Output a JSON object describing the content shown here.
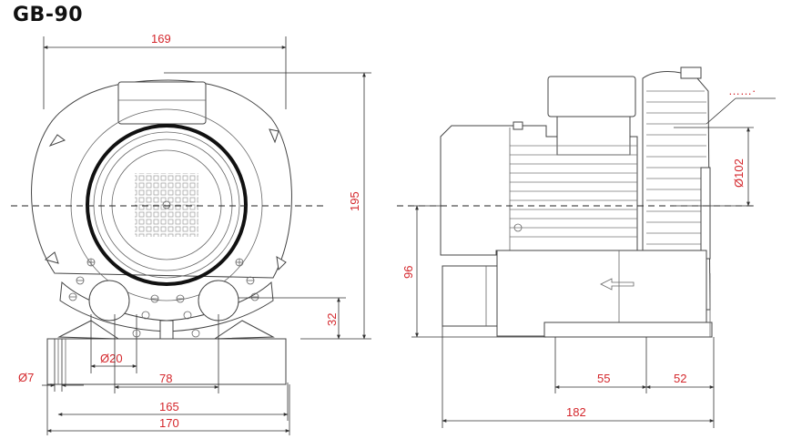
{
  "model": "GB-90",
  "dimensions": {
    "front_width_top": "169",
    "height": "195",
    "port_height": "32",
    "port_diameter": "Ø20",
    "port_spacing": "78",
    "mount_hole": "Ø7",
    "mount_spacing": "165",
    "base_width": "170",
    "outlet_diameter": "Ø102",
    "side_center_height": "96",
    "side_base_a": "55",
    "side_base_b": "52",
    "side_length": "182",
    "side_marker": "……·"
  },
  "colors": {
    "dimension_text": "#d4272c",
    "line": "#444444"
  }
}
